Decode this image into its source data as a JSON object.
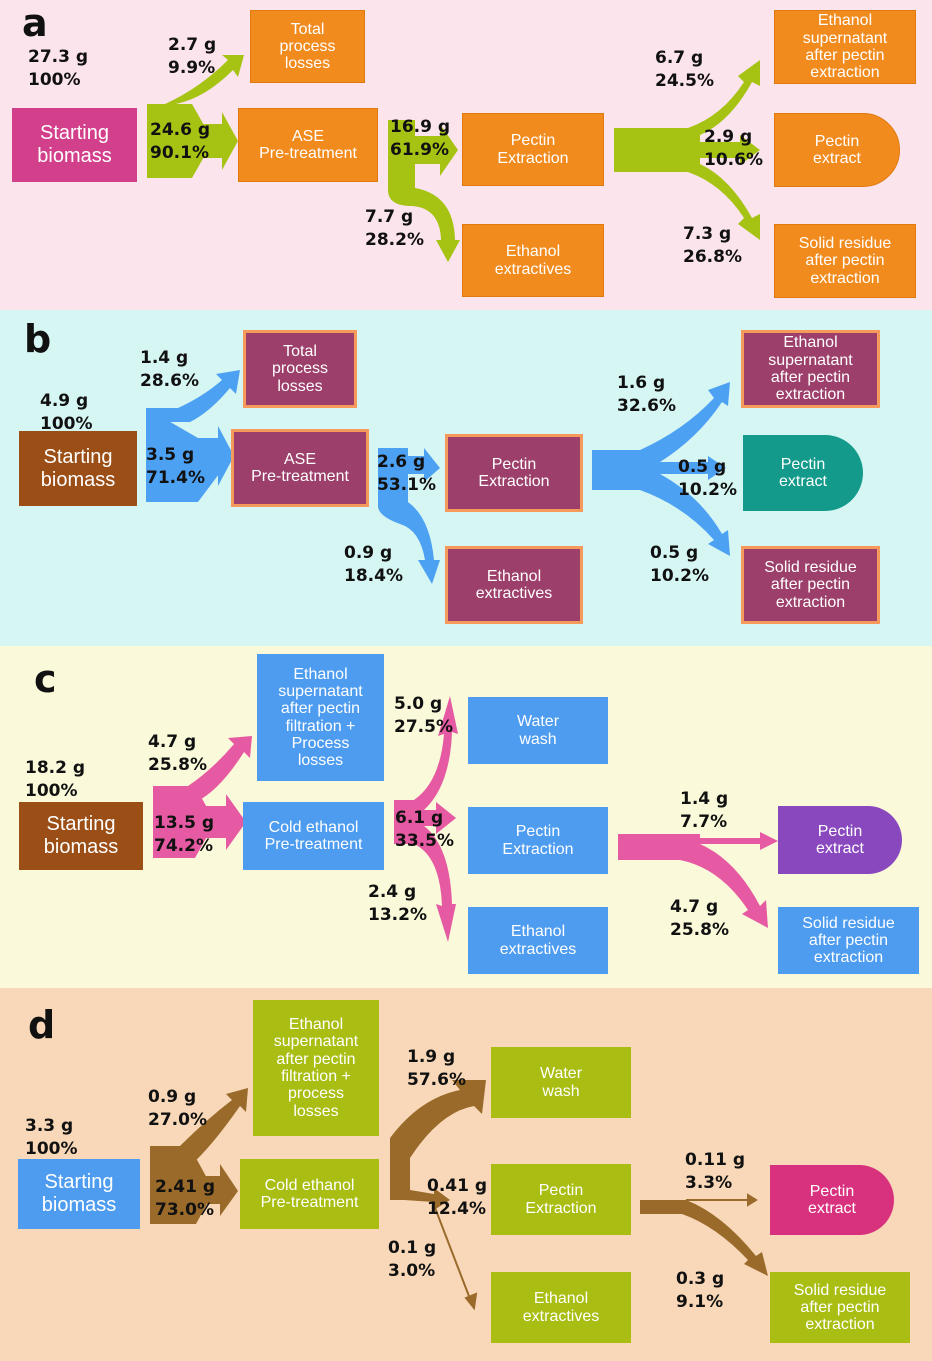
{
  "colors": {
    "panel_a_bg": "#fbe4ec",
    "panel_b_bg": "#d6f6f4",
    "panel_c_bg": "#fafadb",
    "panel_d_bg": "#f8d8b8",
    "flow_a": "#a6c314",
    "flow_b": "#4da1f2",
    "flow_c": "#e55aa2",
    "flow_d": "#9a6a2a"
  },
  "panels": {
    "a": {
      "label": "a",
      "boxes": {
        "starting": "Starting\nbiomass",
        "losses": "Total\nprocess\nlosses",
        "pretreatment": "ASE\nPre-treatment",
        "pectin_extraction": "Pectin\nExtraction",
        "ethanol_extractives": "Ethanol\nextractives",
        "ethanol_supernatant": "Ethanol\nsupernatant\nafter pectin\nextraction",
        "pectin_extract": "Pectin\nextract",
        "solid_residue": "Solid residue\nafter pectin\nextraction"
      },
      "values": {
        "start": "27.3 g\n100%",
        "losses": "2.7 g\n9.9%",
        "pretreat": "24.6 g\n90.1%",
        "to_pectin": "16.9 g\n61.9%",
        "to_ethanol": "7.7 g\n28.2%",
        "supernatant": "6.7 g\n24.5%",
        "pectin": "2.9 g\n10.6%",
        "residue": "7.3 g\n26.8%"
      }
    },
    "b": {
      "label": "b",
      "boxes": {
        "starting": "Starting\nbiomass",
        "losses": "Total\nprocess\nlosses",
        "pretreatment": "ASE\nPre-treatment",
        "pectin_extraction": "Pectin\nExtraction",
        "ethanol_extractives": "Ethanol\nextractives",
        "ethanol_supernatant": "Ethanol\nsupernatant\nafter pectin\nextraction",
        "pectin_extract": "Pectin\nextract",
        "solid_residue": "Solid residue\nafter pectin\nextraction"
      },
      "values": {
        "start": "4.9 g\n100%",
        "losses": "1.4 g\n28.6%",
        "pretreat": "3.5 g\n71.4%",
        "to_pectin": "2.6 g\n53.1%",
        "to_ethanol": "0.9 g\n18.4%",
        "supernatant": "1.6 g\n32.6%",
        "pectin": "0.5 g\n10.2%",
        "residue": "0.5 g\n10.2%"
      }
    },
    "c": {
      "label": "c",
      "boxes": {
        "starting": "Starting\nbiomass",
        "supernatant_losses": "Ethanol\nsupernatant\nafter pectin\nfiltration +\nProcess\nlosses",
        "pretreatment": "Cold ethanol\nPre-treatment",
        "water_wash": "Water\nwash",
        "pectin_extraction": "Pectin\nExtraction",
        "ethanol_extractives": "Ethanol\nextractives",
        "pectin_extract": "Pectin\nextract",
        "solid_residue": "Solid residue\nafter pectin\nextraction"
      },
      "values": {
        "start": "18.2 g\n100%",
        "losses": "4.7 g\n25.8%",
        "pretreat": "13.5 g\n74.2%",
        "water": "5.0 g\n27.5%",
        "to_pectin": "6.1 g\n33.5%",
        "to_ethanol": "2.4 g\n13.2%",
        "pectin": "1.4 g\n7.7%",
        "residue": "4.7 g\n25.8%"
      }
    },
    "d": {
      "label": "d",
      "boxes": {
        "starting": "Starting\nbiomass",
        "supernatant_losses": "Ethanol\nsupernatant\nafter pectin\nfiltration +\nprocess\nlosses",
        "pretreatment": "Cold ethanol\nPre-treatment",
        "water_wash": "Water\nwash",
        "pectin_extraction": "Pectin\nExtraction",
        "ethanol_extractives": "Ethanol\nextractives",
        "pectin_extract": "Pectin\nextract",
        "solid_residue": "Solid residue\nafter pectin\nextraction"
      },
      "values": {
        "start": "3.3 g\n100%",
        "losses": "0.9 g\n27.0%",
        "pretreat": "2.41 g\n73.0%",
        "water": "1.9 g\n57.6%",
        "to_pectin": "0.41 g\n12.4%",
        "to_ethanol": "0.1 g\n3.0%",
        "pectin": "0.11 g\n3.3%",
        "residue": "0.3 g\n9.1%"
      }
    }
  }
}
